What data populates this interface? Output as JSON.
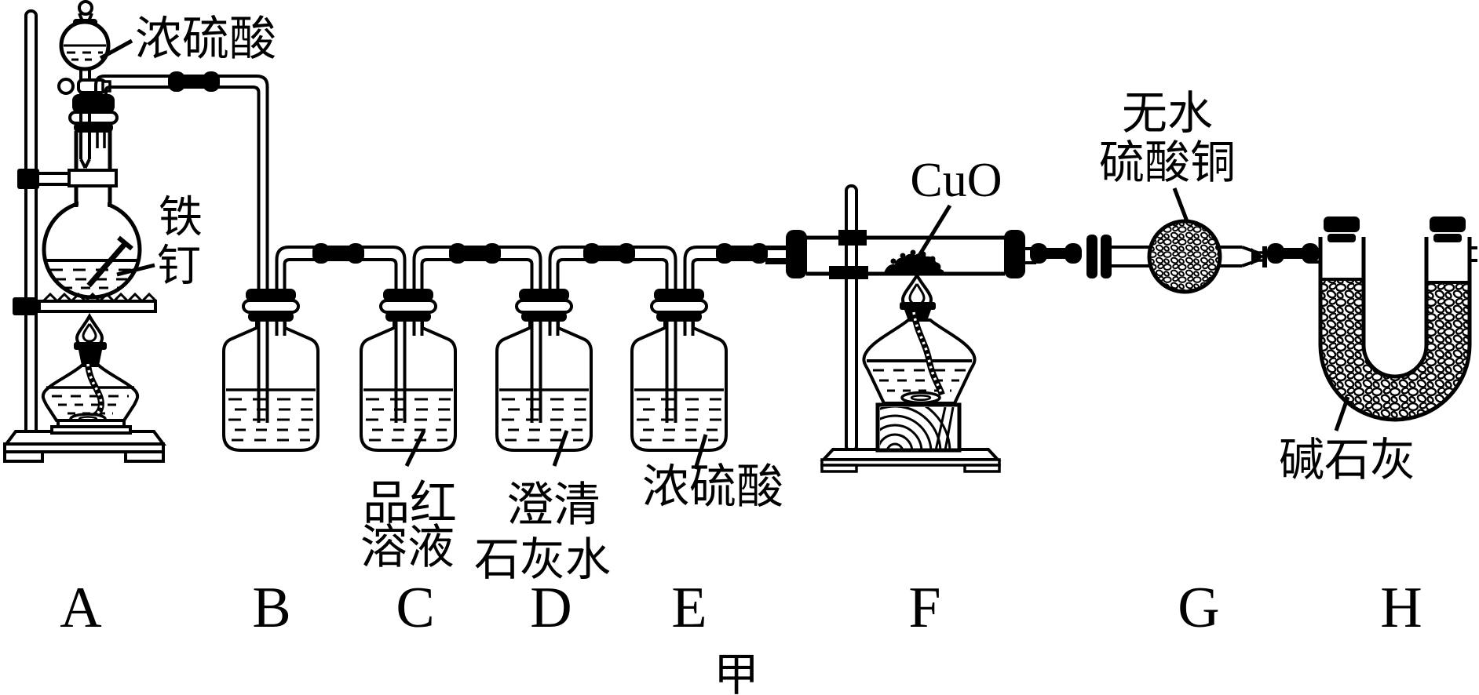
{
  "figure_caption": "甲",
  "apparatus_letters": [
    "A",
    "B",
    "C",
    "D",
    "E",
    "F",
    "G",
    "H"
  ],
  "labels": {
    "dropping_funnel": "浓硫酸",
    "flask": [
      "铁",
      "钉"
    ],
    "bottle_c": [
      "品红",
      "溶液"
    ],
    "bottle_d": [
      "澄清",
      "石灰水"
    ],
    "bottle_e": "浓硫酸",
    "tube_f": "CuO",
    "bulb_g": [
      "无水",
      "硫酸铜"
    ],
    "utube_h": "碱石灰"
  },
  "colors": {
    "ink": "#000000",
    "paper": "#ffffff"
  }
}
